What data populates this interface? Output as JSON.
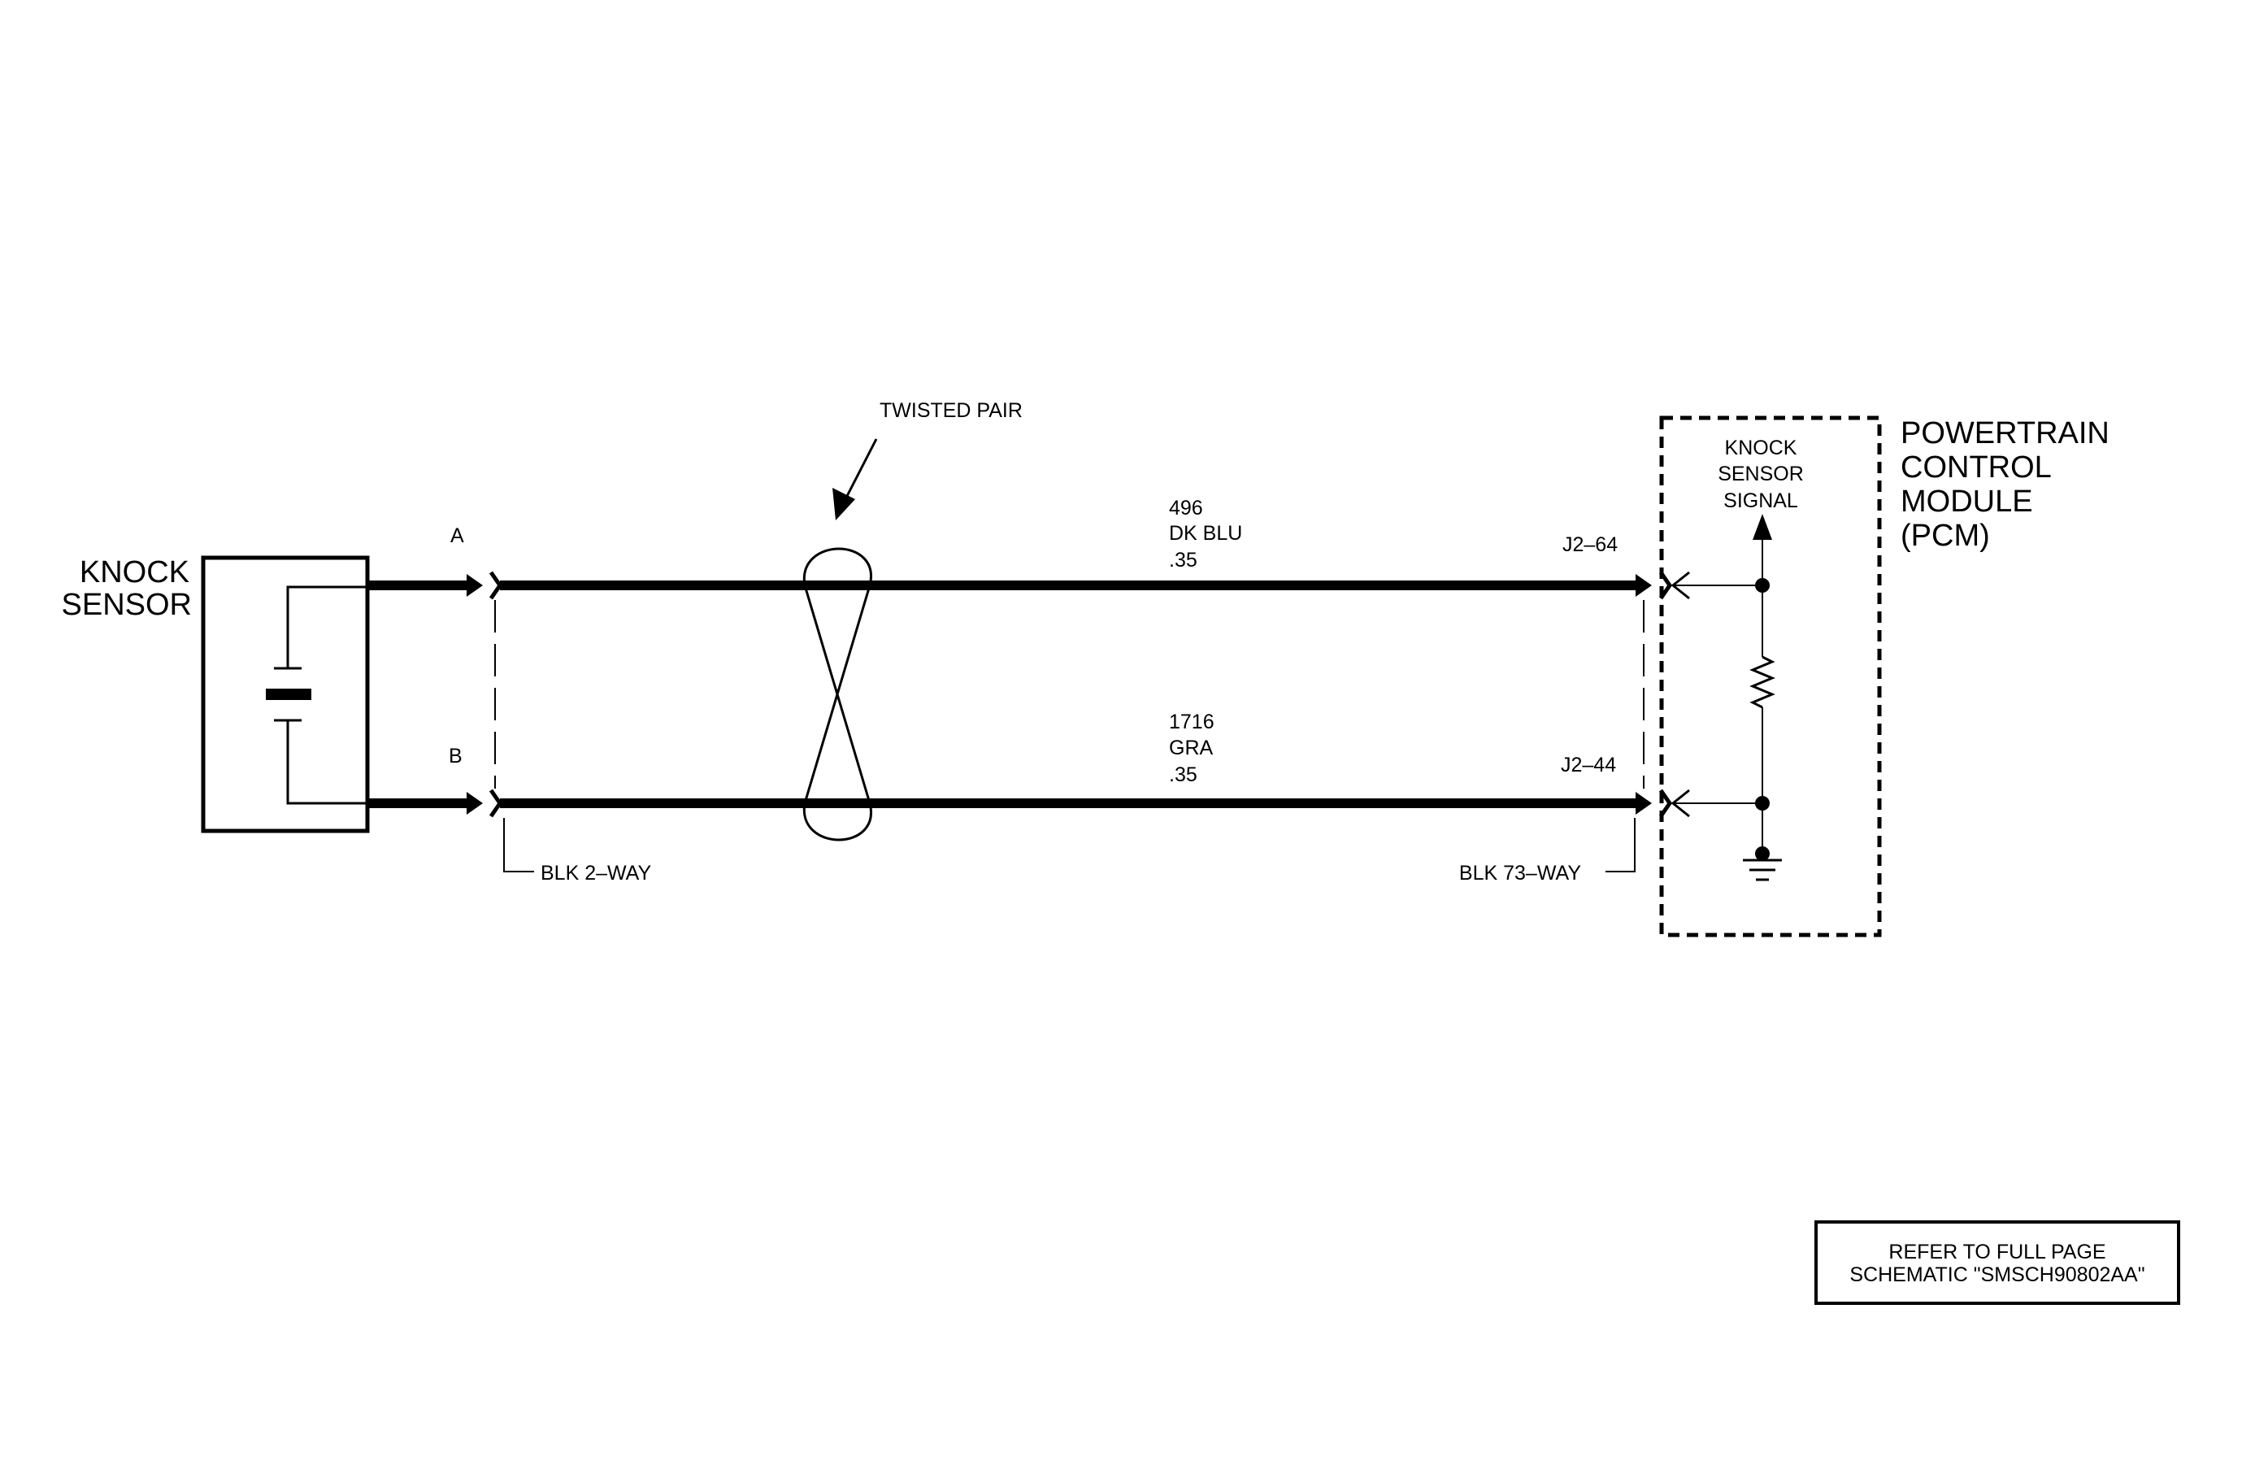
{
  "sensor": {
    "label_line1": "KNOCK",
    "label_line2": "SENSOR"
  },
  "pins": {
    "a": "A",
    "b": "B"
  },
  "twisted_pair": {
    "label": "TWISTED PAIR"
  },
  "wire_a": {
    "circuit": "496",
    "color": "DK BLU",
    "gauge": ".35",
    "pcm_pin": "J2–64"
  },
  "wire_b": {
    "circuit": "1716",
    "color": "GRA",
    "gauge": ".35",
    "pcm_pin": "J2–44"
  },
  "connectors": {
    "sensor_connector": "BLK 2–WAY",
    "pcm_connector": "BLK 73–WAY"
  },
  "pcm": {
    "title_line1": "POWERTRAIN",
    "title_line2": "CONTROL",
    "title_line3": "MODULE",
    "title_line4": "(PCM)",
    "signal_line1": "KNOCK",
    "signal_line2": "SENSOR",
    "signal_line3": "SIGNAL"
  },
  "reference": {
    "line1": "REFER TO FULL PAGE",
    "line2": "SCHEMATIC \"SMSCH90802AA\""
  }
}
